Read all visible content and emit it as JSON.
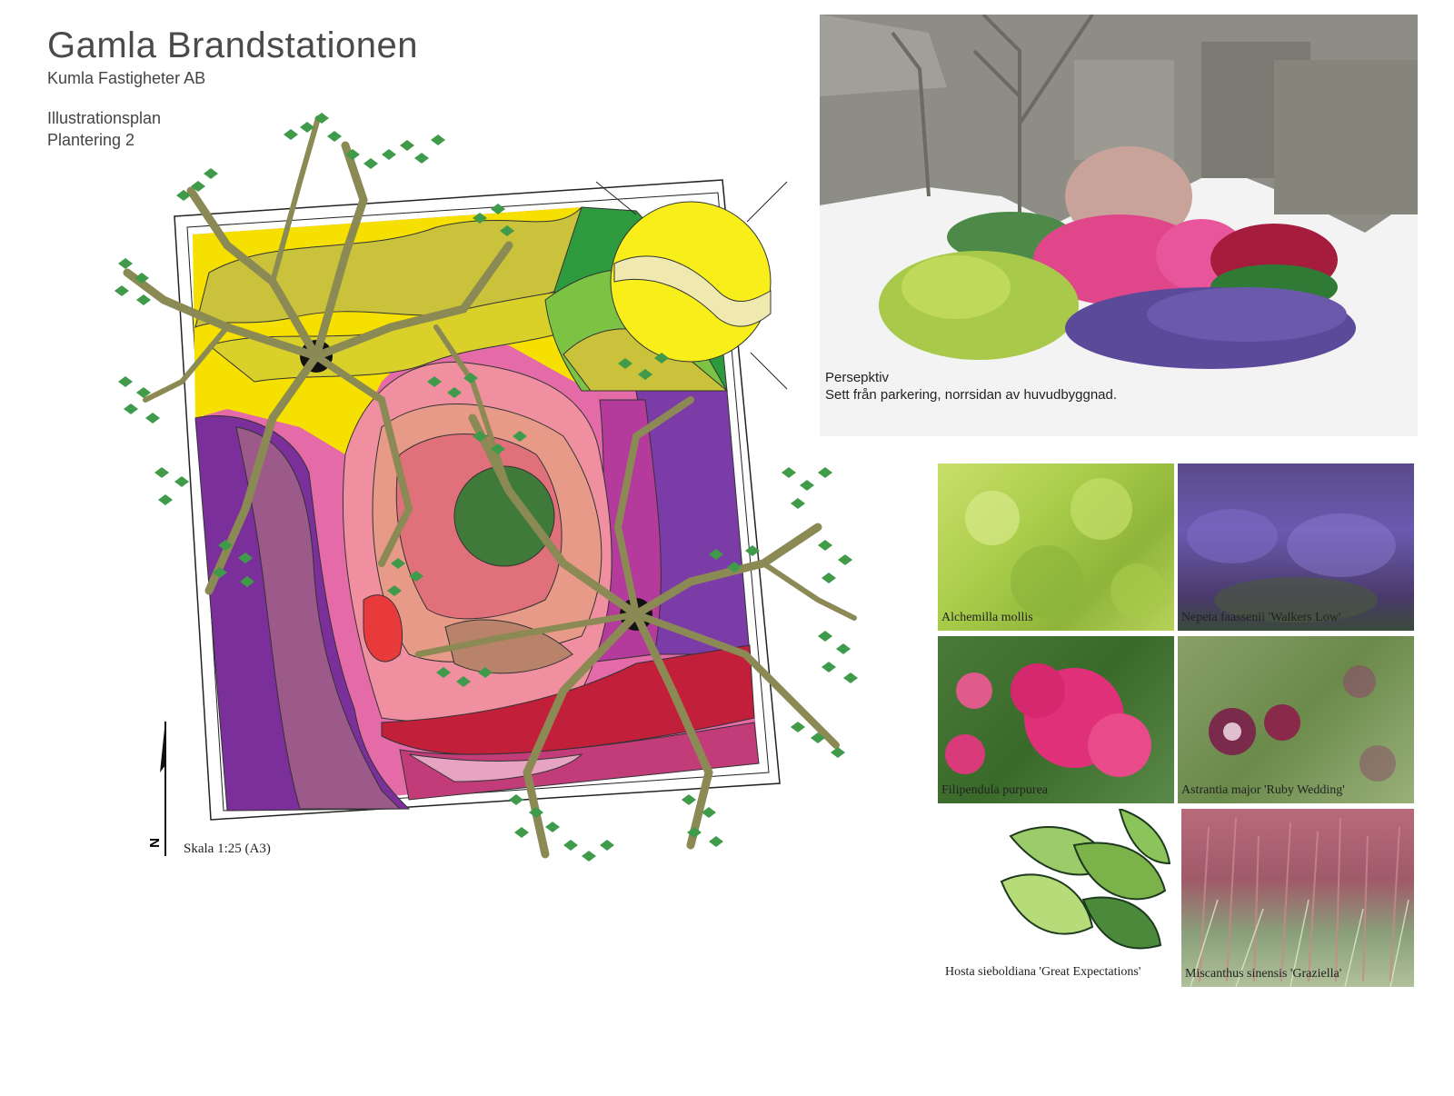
{
  "header": {
    "title": "Gamla Brandstationen",
    "subtitle": "Kumla Fastigheter AB",
    "plan_line1": "Illustrationsplan",
    "plan_line2": "Plantering 2"
  },
  "plan": {
    "north_label": "N",
    "scale_label": "Skala 1:25 (A3)"
  },
  "perspective": {
    "caption_line1": "Persepktiv",
    "caption_line2": "Sett från parkering, norrsidan av huvudbyggnad."
  },
  "plants": [
    {
      "name": "Alchemilla mollis"
    },
    {
      "name": "Nepeta faassenii 'Walkers Low'"
    },
    {
      "name": "Filipendula purpurea"
    },
    {
      "name": "Astrantia major 'Ruby Wedding'"
    },
    {
      "name": "Hosta sieboldiana 'Great Expectations'"
    },
    {
      "name": "Miscanthus sinensis 'Graziella'"
    }
  ],
  "colors": {
    "yellow": "#f5e000",
    "olive": "#c9c23a",
    "green": "#2e9a3e",
    "purple": "#7b2f9a",
    "pink": "#ef8fa0",
    "red": "#c21f3a",
    "magenta": "#c23c9a",
    "branch": "#8b8a55",
    "leaf": "#3f9a4a"
  }
}
